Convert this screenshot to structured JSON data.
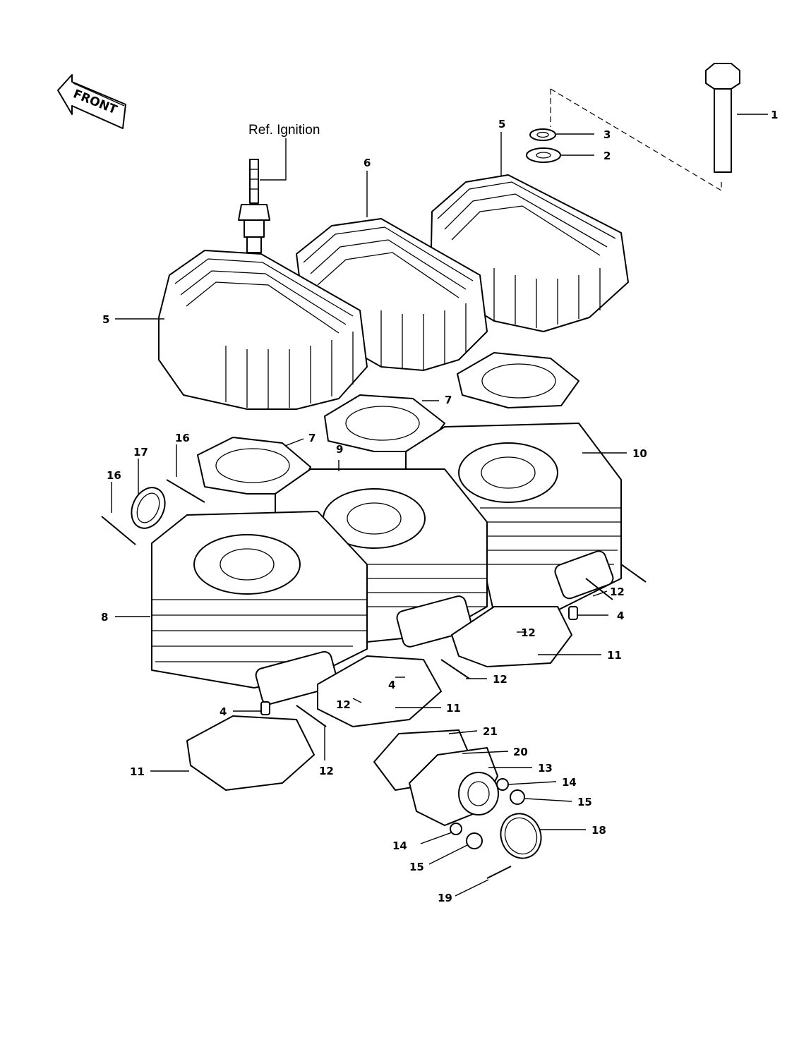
{
  "front_arrow": {
    "label": "FRONT"
  },
  "reference": {
    "label": "Ref. Ignition"
  },
  "callouts": [
    {
      "id": "c1",
      "text": "1"
    },
    {
      "id": "c2",
      "text": "2"
    },
    {
      "id": "c3",
      "text": "3"
    },
    {
      "id": "c4a",
      "text": "4"
    },
    {
      "id": "c4b",
      "text": "4"
    },
    {
      "id": "c4c",
      "text": "4"
    },
    {
      "id": "c5a",
      "text": "5"
    },
    {
      "id": "c5b",
      "text": "5"
    },
    {
      "id": "c6",
      "text": "6"
    },
    {
      "id": "c7a",
      "text": "7"
    },
    {
      "id": "c7b",
      "text": "7"
    },
    {
      "id": "c8",
      "text": "8"
    },
    {
      "id": "c9",
      "text": "9"
    },
    {
      "id": "c10",
      "text": "10"
    },
    {
      "id": "c11a",
      "text": "11"
    },
    {
      "id": "c11b",
      "text": "11"
    },
    {
      "id": "c11c",
      "text": "11"
    },
    {
      "id": "c12a",
      "text": "12"
    },
    {
      "id": "c12b",
      "text": "12"
    },
    {
      "id": "c12c",
      "text": "12"
    },
    {
      "id": "c12d",
      "text": "12"
    },
    {
      "id": "c12e",
      "text": "12"
    },
    {
      "id": "c13",
      "text": "13"
    },
    {
      "id": "c14a",
      "text": "14"
    },
    {
      "id": "c14b",
      "text": "14"
    },
    {
      "id": "c15a",
      "text": "15"
    },
    {
      "id": "c15b",
      "text": "15"
    },
    {
      "id": "c16a",
      "text": "16"
    },
    {
      "id": "c16b",
      "text": "16"
    },
    {
      "id": "c17",
      "text": "17"
    },
    {
      "id": "c18",
      "text": "18"
    },
    {
      "id": "c19",
      "text": "19"
    },
    {
      "id": "c20",
      "text": "20"
    },
    {
      "id": "c21",
      "text": "21"
    }
  ]
}
